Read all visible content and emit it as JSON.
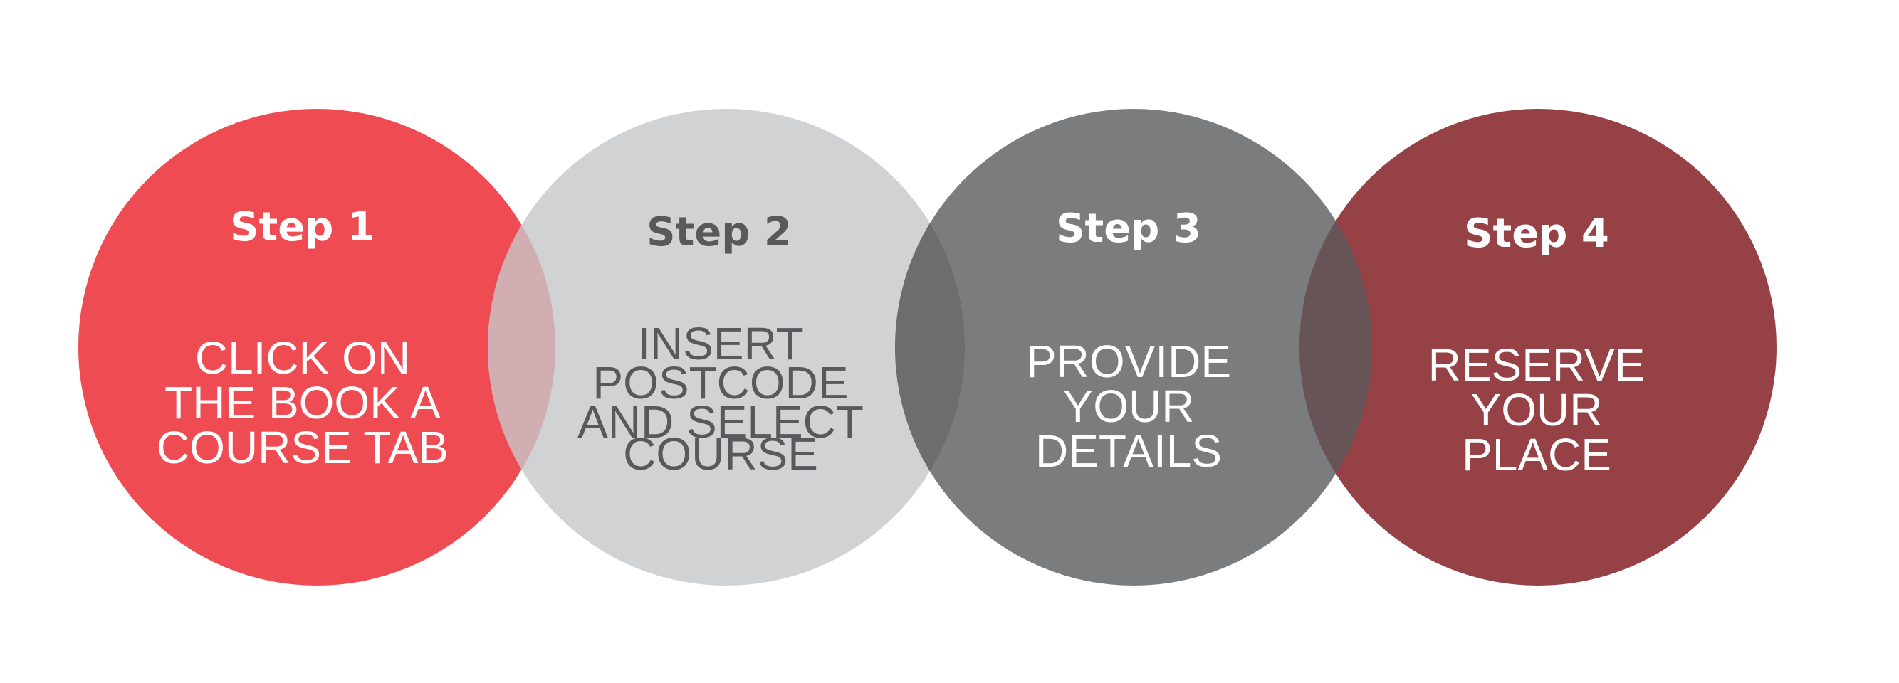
{
  "steps": [
    {
      "title": "Step 1",
      "lines": [
        "CLICK ON",
        "THE BOOK A",
        "COURSE TAB"
      ],
      "fill": "#ef4b53",
      "text_color": "#ffffff"
    },
    {
      "title": "Step 2",
      "lines": [
        "INSERT",
        "POSTCODE",
        "AND SELECT",
        "COURSE"
      ],
      "fill": "#d1d2d4",
      "text_color": "#58595b"
    },
    {
      "title": "Step 3",
      "lines": [
        "PROVIDE",
        "YOUR",
        "DETAILS"
      ],
      "fill": "#7b7c7e",
      "text_color": "#ffffff"
    },
    {
      "title": "Step 4",
      "lines": [
        "RESERVE",
        "YOUR",
        "PLACE"
      ],
      "fill": "#954145",
      "text_color": "#ffffff"
    }
  ],
  "overlap_colors": [
    "#d0aeb1",
    "#6c6d6f",
    "#665457"
  ]
}
